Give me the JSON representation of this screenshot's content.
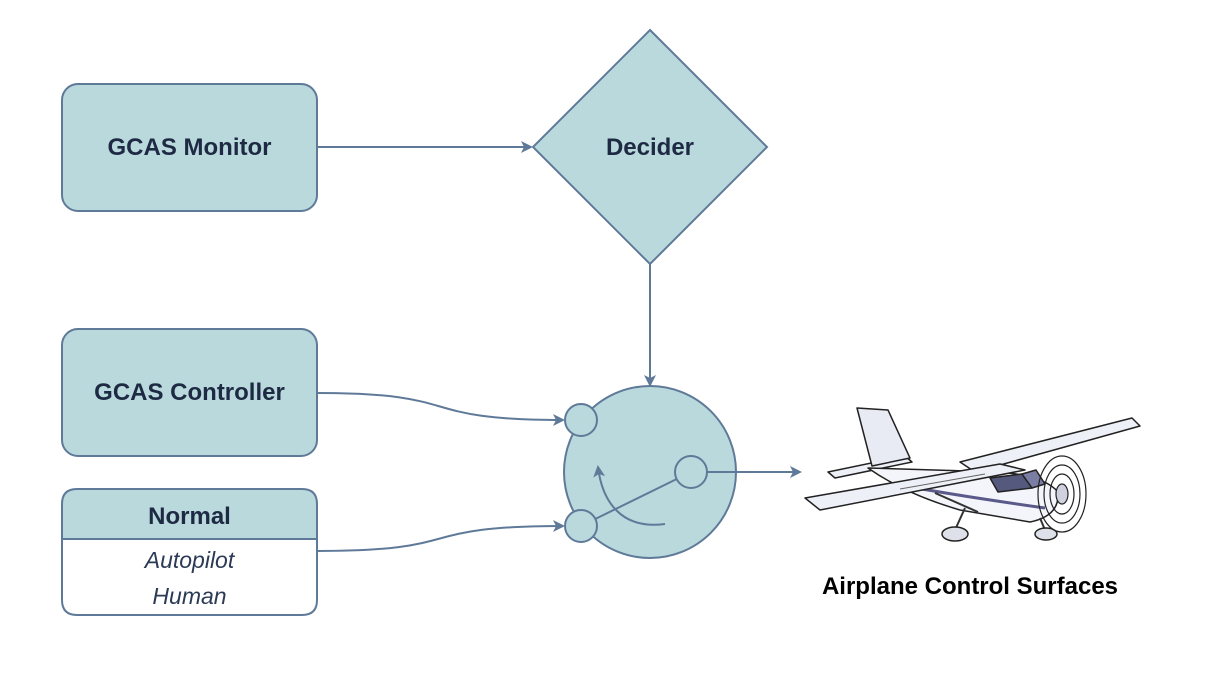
{
  "nodes": {
    "gcas_monitor": "GCAS Monitor",
    "decider": "Decider",
    "gcas_controller": "GCAS Controller",
    "normal": {
      "title": "Normal",
      "items": [
        "Autopilot",
        "Human"
      ]
    },
    "airplane_caption": "Airplane Control Surfaces"
  },
  "colors": {
    "fill": "#bad9dc",
    "stroke": "#5f7a99",
    "text": "#1e2a44"
  }
}
